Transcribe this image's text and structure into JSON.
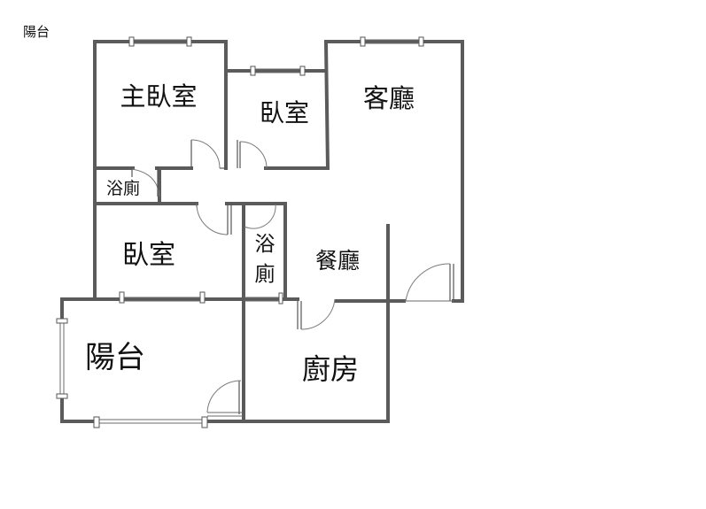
{
  "corner_label": "陽台",
  "rooms": {
    "master_bedroom": "主臥室",
    "bedroom_top": "臥室",
    "living_room": "客廳",
    "bath_small": "浴廁",
    "bedroom_left": "臥室",
    "bath_center_line1": "浴",
    "bath_center_line2": "廁",
    "dining_room": "餐廳",
    "balcony": "陽台",
    "kitchen": "廚房"
  },
  "colors": {
    "wall": "#5b5b5b",
    "text": "#111111",
    "background": "#ffffff"
  }
}
